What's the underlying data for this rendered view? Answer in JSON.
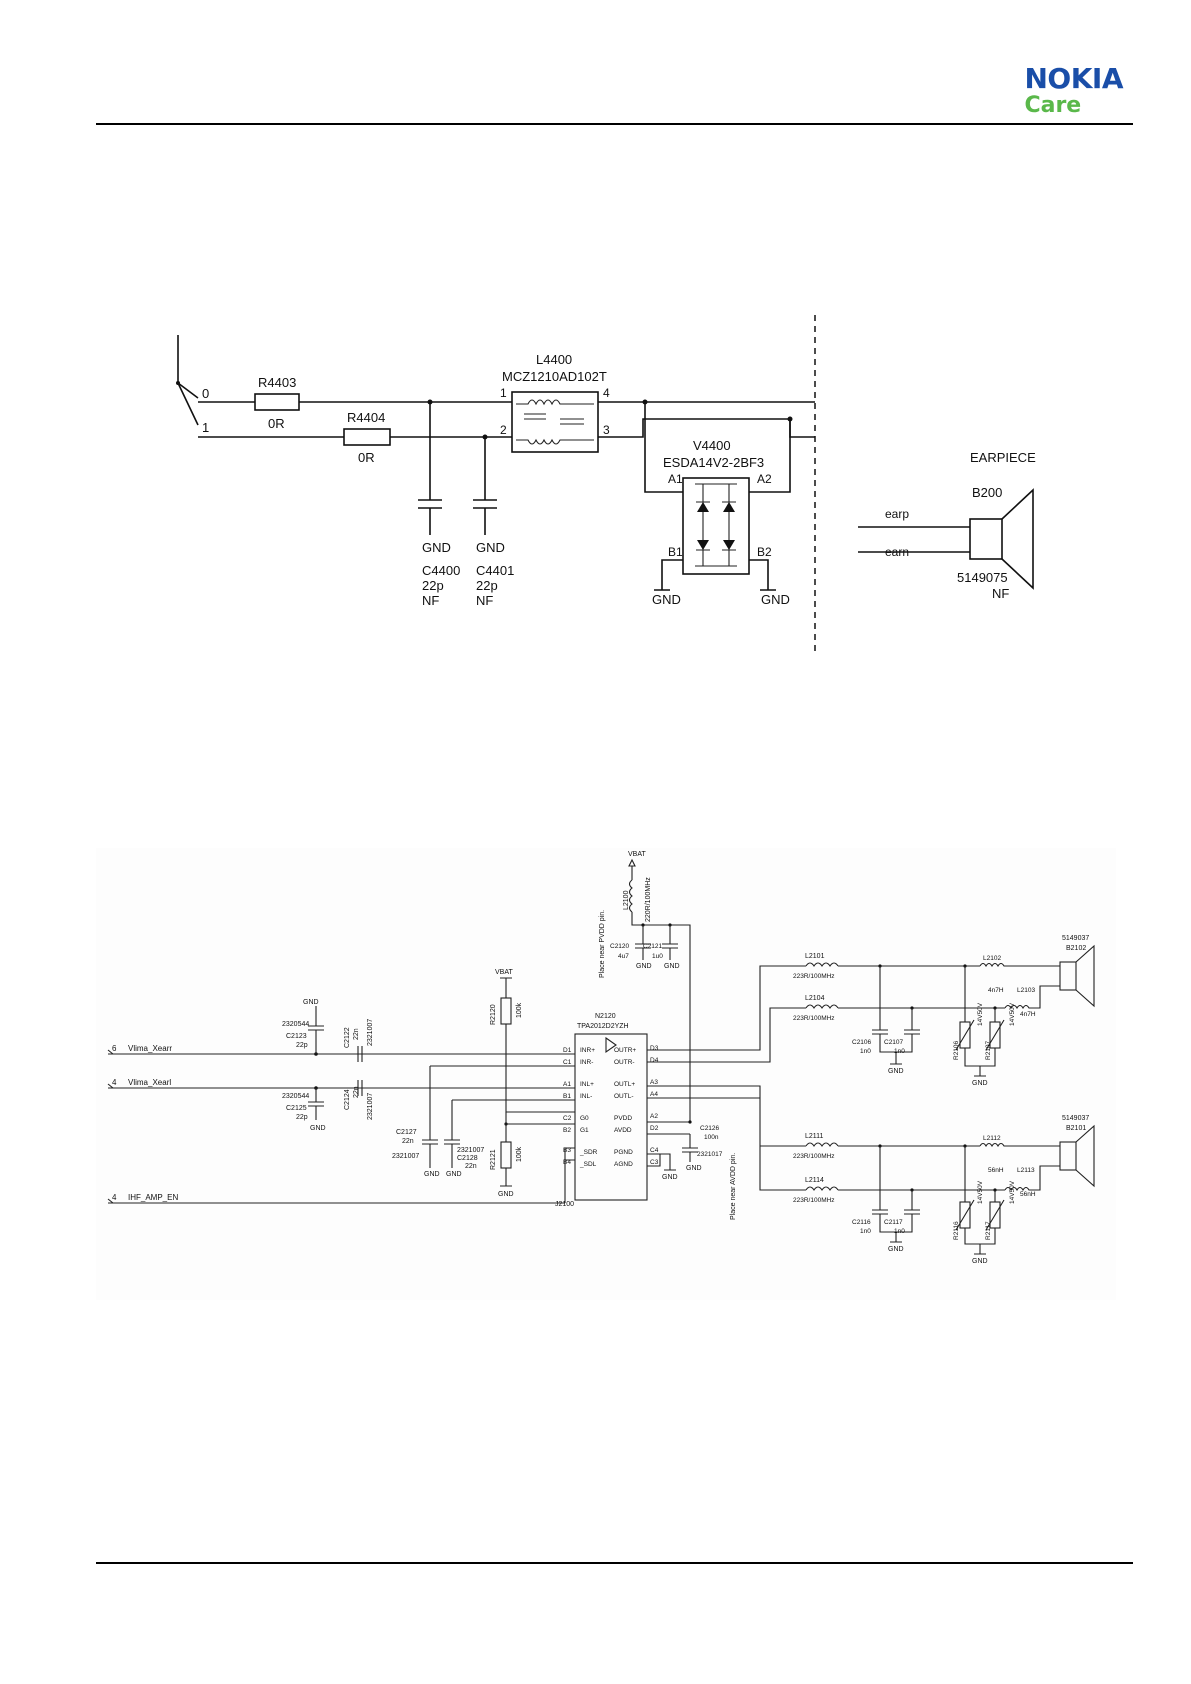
{
  "header": {
    "brand": "NOKIA",
    "sub_brand": "Care",
    "brand_color": "#1a4ea8",
    "sub_brand_color": "#5ab84a"
  },
  "earpiece_diagram": {
    "pins": [
      "0",
      "1"
    ],
    "resistors": [
      {
        "ref": "R4403",
        "value": "0R"
      },
      {
        "ref": "R4404",
        "value": "0R"
      }
    ],
    "filter": {
      "ref": "L4400",
      "part": "MCZ1210AD102T",
      "pins": [
        "1",
        "2",
        "3",
        "4"
      ]
    },
    "esd": {
      "ref": "V4400",
      "part": "ESDA14V2-2BF3",
      "pins": [
        "A1",
        "A2",
        "B1",
        "B2"
      ]
    },
    "capacitors": [
      {
        "ref": "C4400",
        "value": "22p",
        "note": "NF"
      },
      {
        "ref": "C4401",
        "value": "22p",
        "note": "NF"
      }
    ],
    "gnd": "GND",
    "speaker": {
      "title": "EARPIECE",
      "ref": "B200",
      "code": "5149075",
      "note": "NF",
      "nets": [
        "earp",
        "earn"
      ]
    }
  },
  "ihf_diagram": {
    "inputs": [
      {
        "num": "6",
        "net": "Vlima_Xearr"
      },
      {
        "num": "4",
        "net": "Vlima_Xearl"
      },
      {
        "num": "4",
        "net": "IHF_AMP_EN"
      }
    ],
    "vbat": "VBAT",
    "gnd": "GND",
    "amp": {
      "ref": "N2120",
      "part": "TPA2012D2YZH",
      "left_pins": [
        [
          "D1",
          "INR+"
        ],
        [
          "C1",
          "INR-"
        ],
        [
          "A1",
          "INL+"
        ],
        [
          "B1",
          "INL-"
        ],
        [
          "C2",
          "G0"
        ],
        [
          "B2",
          "G1"
        ],
        [
          "B3",
          "_SDR"
        ],
        [
          "B4",
          "_SDL"
        ]
      ],
      "right_pins": [
        [
          "D3",
          "OUTR+"
        ],
        [
          "D4",
          "OUTR-"
        ],
        [
          "A3",
          "OUTL+"
        ],
        [
          "A4",
          "OUTL-"
        ],
        [
          "A2",
          "PVDD"
        ],
        [
          "D2",
          "AVDD"
        ],
        [
          "C4",
          "PGND"
        ],
        [
          "C3",
          "AGND"
        ]
      ]
    },
    "supply": {
      "inductor": "L2100",
      "inductor_value": "220R/100MHz",
      "note_pvdd": "Place near PVDD pin.",
      "note_avdd": "Place near AVDD pin.",
      "c2120": [
        "C2120",
        "4u7"
      ],
      "c2121": [
        "C2121",
        "1u0"
      ],
      "c2126": [
        "C2126",
        "100n"
      ],
      "c2126_code": "2321017"
    },
    "gain_resistors": [
      {
        "ref": "R2120",
        "value": "100k"
      },
      {
        "ref": "R2121",
        "value": "100k"
      }
    ],
    "input_caps": {
      "c2123": [
        "C2123",
        "22p"
      ],
      "c2123_code": "2320544",
      "c2125": [
        "C2125",
        "22p"
      ],
      "c2125_code": "2320544",
      "c2122": [
        "C2122",
        "22n"
      ],
      "c2122_code": "2321007",
      "c2124": [
        "C2124",
        "22n"
      ],
      "c2124_code": "2321007",
      "c2127": [
        "C2127",
        "22n"
      ],
      "c2127_code": "2321007",
      "c2128": [
        "C2128",
        "22n"
      ],
      "c2128_code": "2321007"
    },
    "jumper": "J2100",
    "upper_output": {
      "l1": [
        "L2101",
        "223R/100MHz"
      ],
      "l2": [
        "L2104",
        "223R/100MHz"
      ],
      "c1": [
        "C2106",
        "1n0"
      ],
      "c2": [
        "C2107",
        "1n0"
      ],
      "r1": [
        "R2106",
        "14V50V"
      ],
      "r2": [
        "R2107",
        "14V50V"
      ],
      "l3": [
        "L2102",
        "4n7H"
      ],
      "l4": [
        "L2103",
        "4n7H"
      ],
      "speaker": [
        "5149037",
        "B2102"
      ]
    },
    "lower_output": {
      "l1": [
        "L2111",
        "223R/100MHz"
      ],
      "l2": [
        "L2114",
        "223R/100MHz"
      ],
      "c1": [
        "C2116",
        "1n0"
      ],
      "c2": [
        "C2117",
        "1n0"
      ],
      "r1": [
        "R2116",
        "14V50V"
      ],
      "r2": [
        "R2117",
        "14V50V"
      ],
      "l3": [
        "L2112",
        "56nH"
      ],
      "l4": [
        "L2113",
        "56nH"
      ],
      "speaker": [
        "5149037",
        "B2101"
      ]
    }
  }
}
